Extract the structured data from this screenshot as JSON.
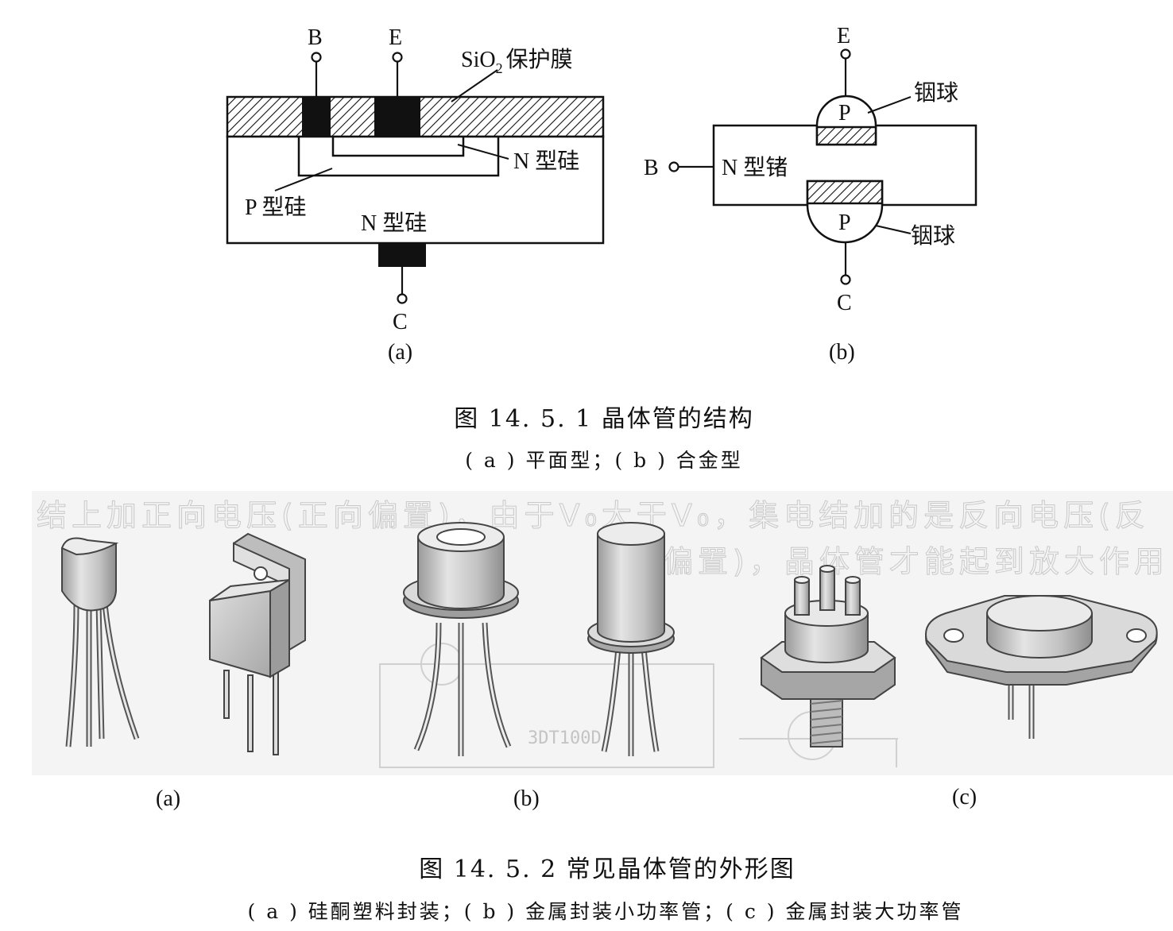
{
  "fig1": {
    "a": {
      "terminal_b": "B",
      "terminal_e": "E",
      "terminal_c": "C",
      "sio2_prefix": "SiO",
      "sio2_sub": "2",
      "sio2_suffix": "保护膜",
      "n_region_label": "N 型硅",
      "p_region_label": "P 型硅",
      "substrate_label": "N 型硅",
      "panel_label": "(a)"
    },
    "b": {
      "terminal_e": "E",
      "terminal_b": "B",
      "terminal_c": "C",
      "p_top": "P",
      "p_bottom": "P",
      "indium_top": "铟球",
      "indium_bottom": "铟球",
      "germanium_label": "N 型锗",
      "panel_label": "(b)"
    },
    "caption": "图 14. 5. 1    晶体管的结构",
    "subcaption": "( a ) 平面型；( b ) 合金型"
  },
  "fig2": {
    "bleed_line1": "结上加正向电压(正向偏置)，由于V₀大于V₀，集电结加的是反向电压(反",
    "bleed_line2": "向偏置)，晶体管才能起到放大作用",
    "bleed_partial": "3DT100D",
    "label_a": "(a)",
    "label_b": "(b)",
    "label_c": "(c)",
    "caption": "图 14. 5. 2    常见晶体管的外形图",
    "subcaption": "( a ) 硅酮塑料封装；( b ) 金属封装小功率管；( c ) 金属封装大功率管"
  },
  "colors": {
    "ink": "#111111",
    "hatch": "#111111",
    "package_fill": "#d7d7d7",
    "package_shade": "#a9a9a9",
    "ghost_text": "#c9c9c9"
  }
}
